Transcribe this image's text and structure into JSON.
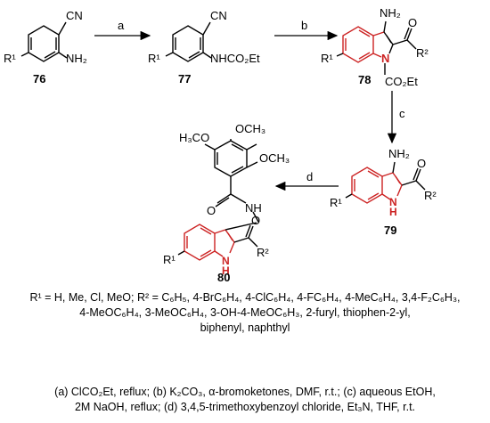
{
  "colors": {
    "ink": "#000000",
    "indole_ring": "#cc2222",
    "nh": "#cc2222"
  },
  "compounds": {
    "c76": {
      "number": "76",
      "cn": "CN",
      "nh2": "NH₂",
      "r": "R¹"
    },
    "c77": {
      "number": "77",
      "cn": "CN",
      "nh": "NHCO₂Et",
      "r": "R¹"
    },
    "c78": {
      "number": "78",
      "nh2": "NH₂",
      "o": "O",
      "r2": "R²",
      "r1": "R¹",
      "n": "N",
      "co2et": "CO₂Et"
    },
    "c79": {
      "number": "79",
      "nh2": "NH₂",
      "o": "O",
      "r2": "R²",
      "r1": "R¹",
      "nh": "N\nH"
    },
    "c80": {
      "number": "80",
      "h3co": "H₃CO",
      "och3_top": "OCH₃",
      "och3_right": "OCH₃",
      "o_amide": "O",
      "nh_amide": "NH",
      "o": "O",
      "r2": "R²",
      "r1": "R¹",
      "nh": "N\nH"
    }
  },
  "arrows": {
    "a": "a",
    "b": "b",
    "c": "c",
    "d": "d"
  },
  "substituents": {
    "line1": "R¹ = H, Me, Cl, MeO; R² = C₆H₅, 4-BrC₆H₄, 4-ClC₆H₄, 4-FC₆H₄, 4-MeC₆H₄, 3,4-F₂C₆H₃,",
    "line2": "4-MeOC₆H₄, 3-MeOC₆H₄, 3-OH-4-MeOC₆H₃, 2-furyl, thiophen-2-yl,",
    "line3": "biphenyl, naphthyl"
  },
  "conditions": {
    "line1": "(a) ClCO₂Et, reflux; (b) K₂CO₃, α-bromoketones, DMF, r.t.; (c) aqueous EtOH,",
    "line2": "2M NaOH, reflux; (d) 3,4,5-trimethoxybenzoyl chloride, Et₃N, THF, r.t."
  }
}
